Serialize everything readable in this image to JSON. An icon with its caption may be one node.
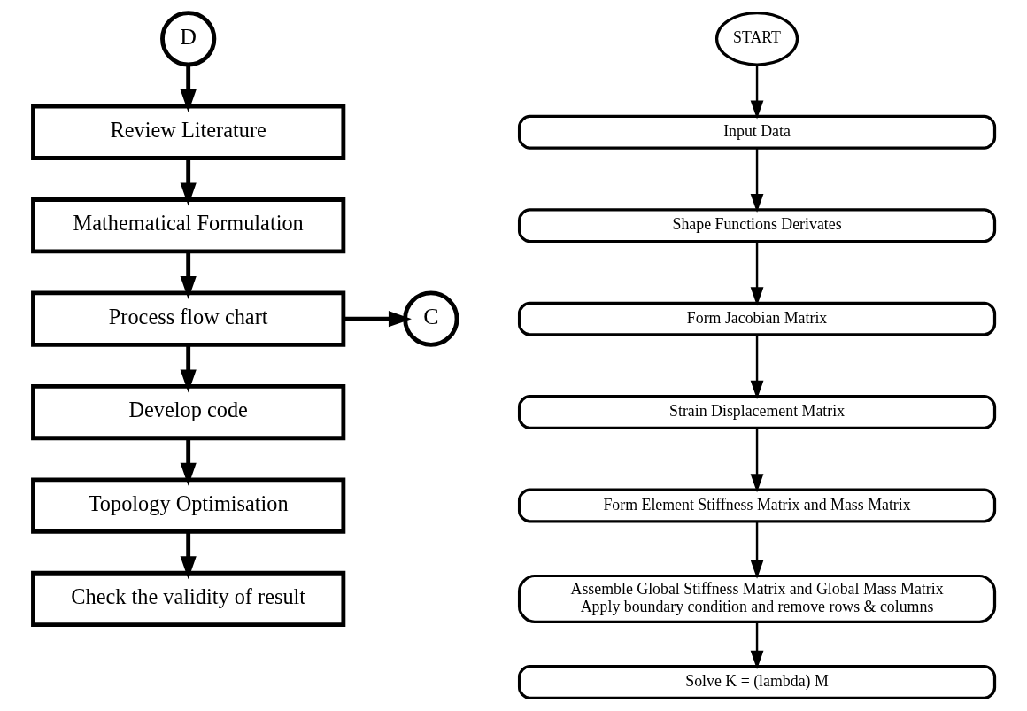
{
  "diagram": {
    "nodes": [
      {
        "text": [
          "D"
        ]
      },
      {
        "text": [
          "Review Literature"
        ]
      },
      {
        "text": [
          "Mathematical Formulation"
        ]
      },
      {
        "text": [
          "Process flow chart"
        ]
      },
      {
        "text": [
          "C"
        ]
      },
      {
        "text": [
          "Develop code"
        ]
      },
      {
        "text": [
          "Topology Optimisation"
        ]
      },
      {
        "text": [
          "Check the validity of result"
        ]
      },
      {
        "text": [
          "START"
        ]
      },
      {
        "text": [
          "Input Data"
        ]
      },
      {
        "text": [
          "Shape Functions Derivates"
        ]
      },
      {
        "text": [
          "Form Jacobian Matrix"
        ]
      },
      {
        "text": [
          "Strain Displacement Matrix"
        ]
      },
      {
        "text": [
          "Form Element Stiffness Matrix and Mass Matrix"
        ]
      },
      {
        "text": [
          "Assemble Global Stiffness Matrix and Global Mass Matrix",
          "Apply boundary condition and remove rows & columns"
        ]
      },
      {
        "text": [
          "Solve K = (lambda) M"
        ]
      }
    ],
    "edges": [
      {
        "from": 0,
        "to": 1,
        "arrow": "to",
        "style": "thick"
      },
      {
        "from": 1,
        "to": 2,
        "arrow": "to",
        "style": "thick"
      },
      {
        "from": 2,
        "to": 3,
        "arrow": "to",
        "style": "thick"
      },
      {
        "from": 3,
        "to": 4,
        "arrow": "to",
        "style": "thick"
      },
      {
        "from": 3,
        "to": 5,
        "arrow": "to",
        "style": "thick"
      },
      {
        "from": 5,
        "to": 6,
        "arrow": "to",
        "style": "thick"
      },
      {
        "from": 6,
        "to": 7,
        "arrow": "to",
        "style": "thick"
      },
      {
        "from": 8,
        "to": 9,
        "arrow": "to"
      },
      {
        "from": 9,
        "to": 10,
        "arrow": "to"
      },
      {
        "from": 10,
        "to": 11,
        "arrow": "to"
      },
      {
        "from": 11,
        "to": 12,
        "arrow": "to"
      },
      {
        "from": 12,
        "to": 13,
        "arrow": "to"
      },
      {
        "from": 13,
        "to": 14,
        "arrow": "to"
      },
      {
        "from": 14,
        "to": 15,
        "arrow": "to"
      }
    ]
  }
}
